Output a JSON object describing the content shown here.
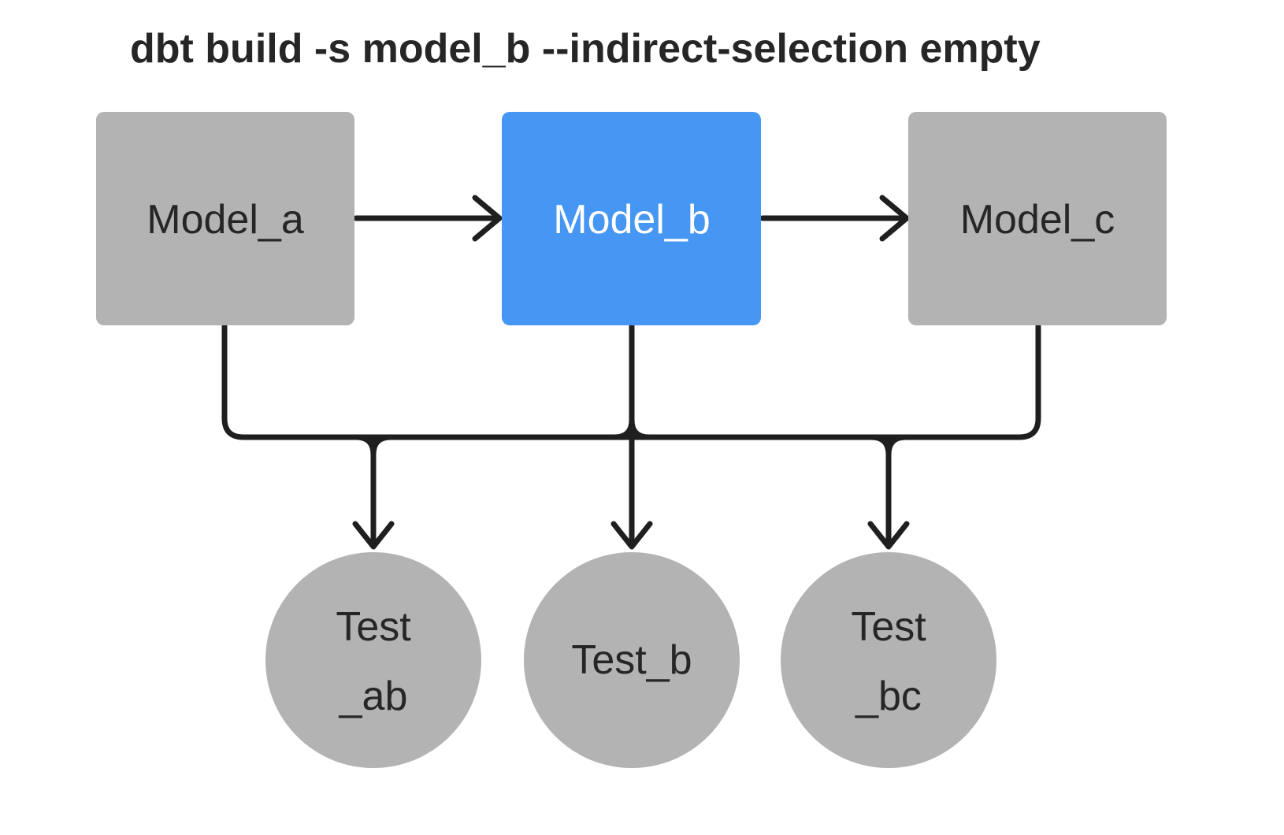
{
  "title": "dbt build -s model_b --indirect-selection empty",
  "colors": {
    "selected_blue": "#4696f3",
    "node_gray": "#b3b3b3",
    "line_dark": "#1f1f1f",
    "text_dark": "#262626",
    "text_on_blue": "#ffffff",
    "background": "#ffffff"
  },
  "models": [
    {
      "id": "model_a",
      "label": "Model_a",
      "selected": false
    },
    {
      "id": "model_b",
      "label": "Model_b",
      "selected": true
    },
    {
      "id": "model_c",
      "label": "Model_c",
      "selected": false
    }
  ],
  "tests": [
    {
      "id": "test_ab",
      "line1": "Test",
      "line2": "_ab"
    },
    {
      "id": "test_b",
      "line1": "Test_b"
    },
    {
      "id": "test_bc",
      "line1": "Test",
      "line2": "_bc"
    }
  ],
  "edges": [
    {
      "from": "model_a",
      "to": "model_b"
    },
    {
      "from": "model_b",
      "to": "model_c"
    },
    {
      "from": "model_a",
      "to": "test_ab"
    },
    {
      "from": "model_b",
      "to": "test_ab"
    },
    {
      "from": "model_b",
      "to": "test_b"
    },
    {
      "from": "model_b",
      "to": "test_bc"
    },
    {
      "from": "model_c",
      "to": "test_bc"
    }
  ]
}
